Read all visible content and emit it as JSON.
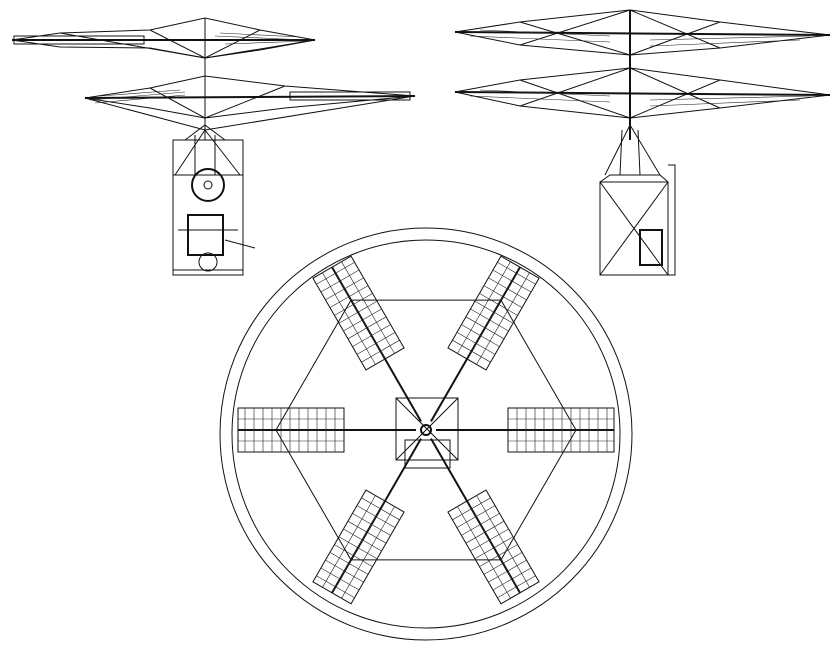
{
  "drawing": {
    "stroke_color": "#111111",
    "background": "#ffffff",
    "views": [
      "side-view-left",
      "side-view-right",
      "plan-view"
    ],
    "rotor_blade_count": 6
  }
}
